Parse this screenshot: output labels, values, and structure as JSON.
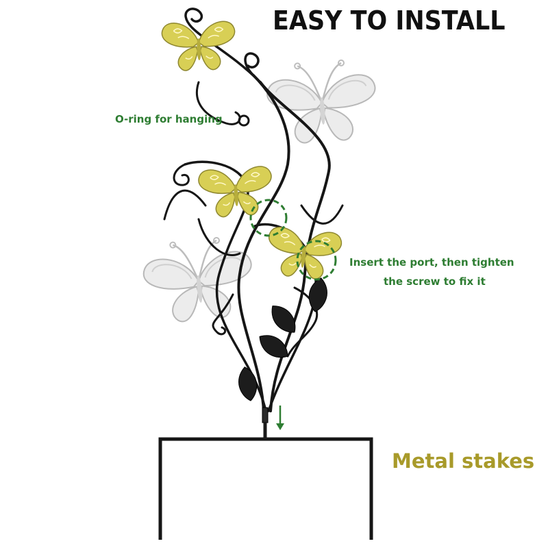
{
  "title": "EASY TO INSTALL",
  "callouts": {
    "oring": "O-ring for hanging",
    "insert_line1": "Insert the port, then tighten",
    "insert_line2": "the screw to fix it",
    "stakes": "Metal stakes"
  },
  "colors": {
    "title": "#111111",
    "callout_green": "#2e7d32",
    "stakes_gold": "#a89a2a",
    "iron": "#161616",
    "yellow_wing": "#d8cf55",
    "white_wing": "#ececec"
  },
  "icons": [
    "butterfly-icon",
    "leaf-icon",
    "arrow-down-icon"
  ]
}
